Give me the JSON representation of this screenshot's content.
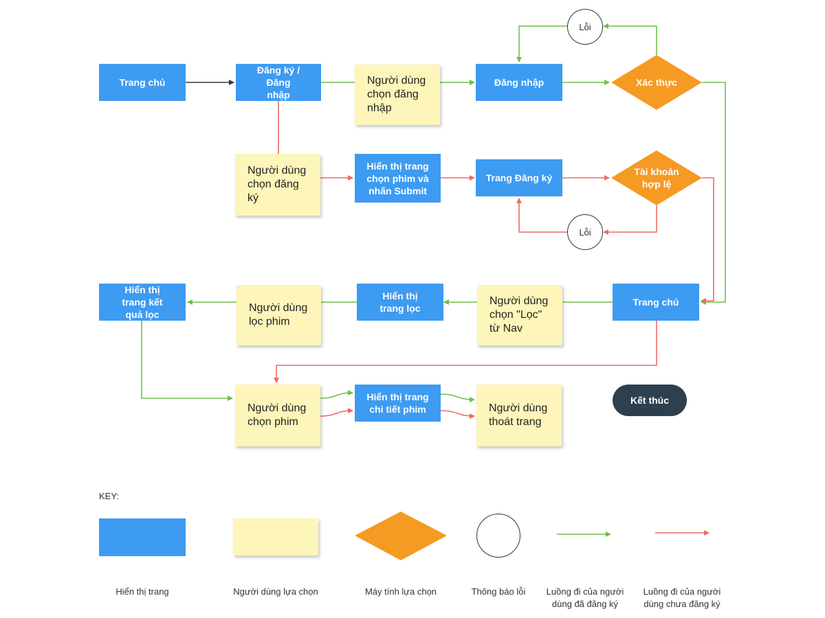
{
  "nodes": {
    "trang_chu_top": "Trang chủ",
    "dang_ky_dang_nhap": "Đăng ký / Đăng nhập",
    "chon_dang_nhap": "Người dùng chọn đăng nhập",
    "dang_nhap": "Đăng nhập",
    "xac_thuc": "Xác thực",
    "loi_top": "Lỗi",
    "chon_dang_ky": "Người dùng chọn đăng ký",
    "hien_thi_chon_phim": "Hiển thị trang chọn phim và nhấn Submit",
    "trang_dang_ky": "Trang Đăng ký",
    "tai_khoan_hop_le": "Tài khoản hợp lệ",
    "loi_mid": "Lỗi",
    "hien_thi_ket_qua_loc": "Hiển thị trang kết quả lọc",
    "loc_phim": "Người dùng lọc phim",
    "hien_thi_trang_loc": "Hiển thị trang lọc",
    "chon_loc_nav": "Người dùng chọn \"Lọc\" từ Nav",
    "trang_chu_mid": "Trang chủ",
    "chon_phim": "Người dùng chọn phim",
    "hien_thi_chi_tiet": "Hiển thị trang chi tiết phim",
    "thoat_trang": "Người dùng thoát trang",
    "ket_thuc": "Kết thúc"
  },
  "key": {
    "title": "KEY:",
    "page_label": "Hiển thị trang",
    "user_choice_label": "Người dùng lựa chọn",
    "computer_choice_label": "Máy tính lựa chọn",
    "error_label": "Thông báo lỗi",
    "registered_flow_label": "Luồng đi của người dùng đã đăng ký",
    "unregistered_flow_label": "Luồng đi của người dùng chưa đăng ký"
  },
  "colors": {
    "page_blue": "#3d9bf2",
    "note_yellow": "#fdf5b9",
    "decision_orange": "#f59a23",
    "registered_green": "#6dbf4b",
    "unregistered_red": "#ef6a64",
    "neutral_dark": "#2b3a44",
    "end_dark": "#2e3f4d"
  }
}
